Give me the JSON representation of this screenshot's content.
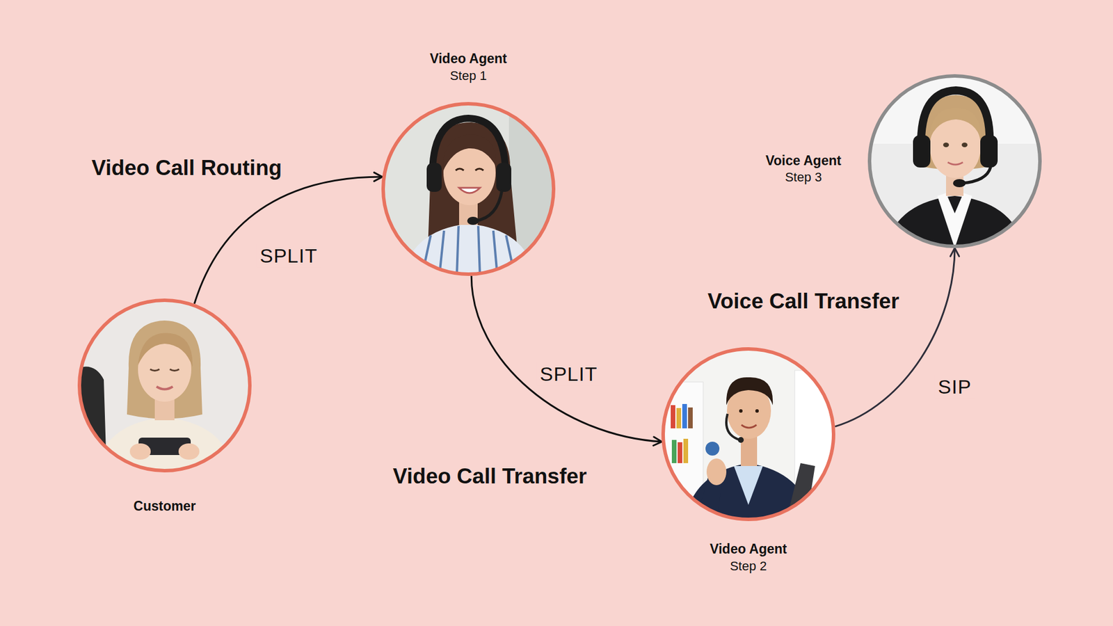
{
  "diagram": {
    "nodes": [
      {
        "text": [
          "Customer"
        ]
      },
      {
        "text": [
          "Video Agent",
          "Step 1"
        ]
      },
      {
        "text": [
          "Video Agent",
          "Step 2"
        ]
      },
      {
        "text": [
          "Voice Agent",
          "Step 3"
        ]
      }
    ],
    "edges": [
      {
        "from": 0,
        "to": 1,
        "label": "SPLIT",
        "arrow": "to"
      },
      {
        "from": 1,
        "to": 2,
        "label": "SPLIT",
        "arrow": "to"
      },
      {
        "from": 2,
        "to": 3,
        "label": "SIP",
        "arrow": "to"
      }
    ],
    "labels": [
      "Video Call Routing",
      "Voice Call Transfer",
      "Video Call Transfer"
    ]
  }
}
